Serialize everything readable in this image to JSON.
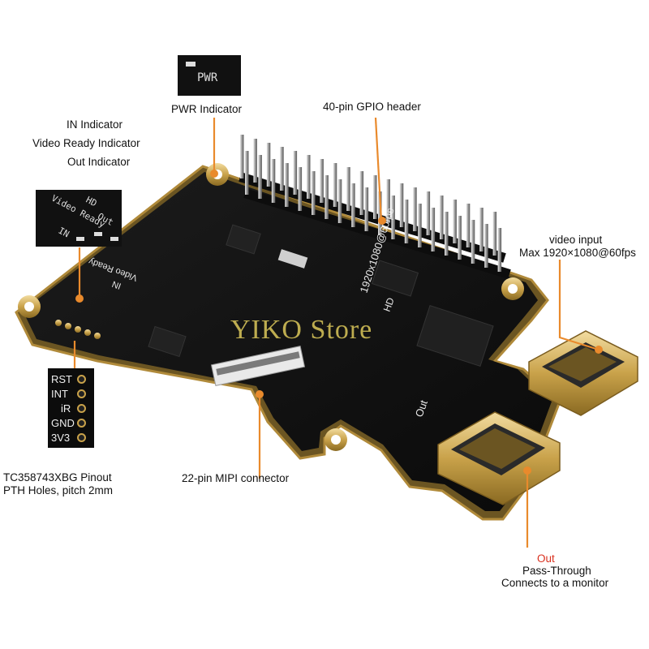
{
  "colors": {
    "board": "#121212",
    "gold": "#c9a24a",
    "leader": "#e98a2c",
    "out_label": "#d9301e",
    "watermark": "#dcc85a"
  },
  "labels": {
    "pwr_indicator": "PWR Indicator",
    "gpio_header": "40-pin GPIO header",
    "in_indicator": "IN Indicator",
    "video_ready_indicator": "Video Ready Indicator",
    "out_indicator": "Out Indicator",
    "video_input_line1": "video input",
    "video_input_line2": "Max 1920×1080@60fps",
    "pinout_line1": "TC358743XBG Pinout",
    "pinout_line2": "PTH Holes, pitch 2mm",
    "mipi_connector": "22-pin MIPI connector",
    "out_red": "Out",
    "pass_through": "Pass-Through",
    "connects_monitor": "Connects to a monitor"
  },
  "pwr_inset": {
    "silk": "PWR"
  },
  "led_inset": {
    "hd": "HD",
    "video_ready": "Video Ready",
    "out": "Out",
    "in": "IN"
  },
  "pinout_inset": {
    "pins": [
      "RST",
      "INT",
      "iR",
      "GND",
      "3V3"
    ]
  },
  "board_silk": {
    "resolution": "1920x1080@60fps",
    "hd": "HD",
    "out": "Out",
    "in": "IN",
    "video_ready": "Video Ready"
  },
  "watermark": "YIKO Store"
}
